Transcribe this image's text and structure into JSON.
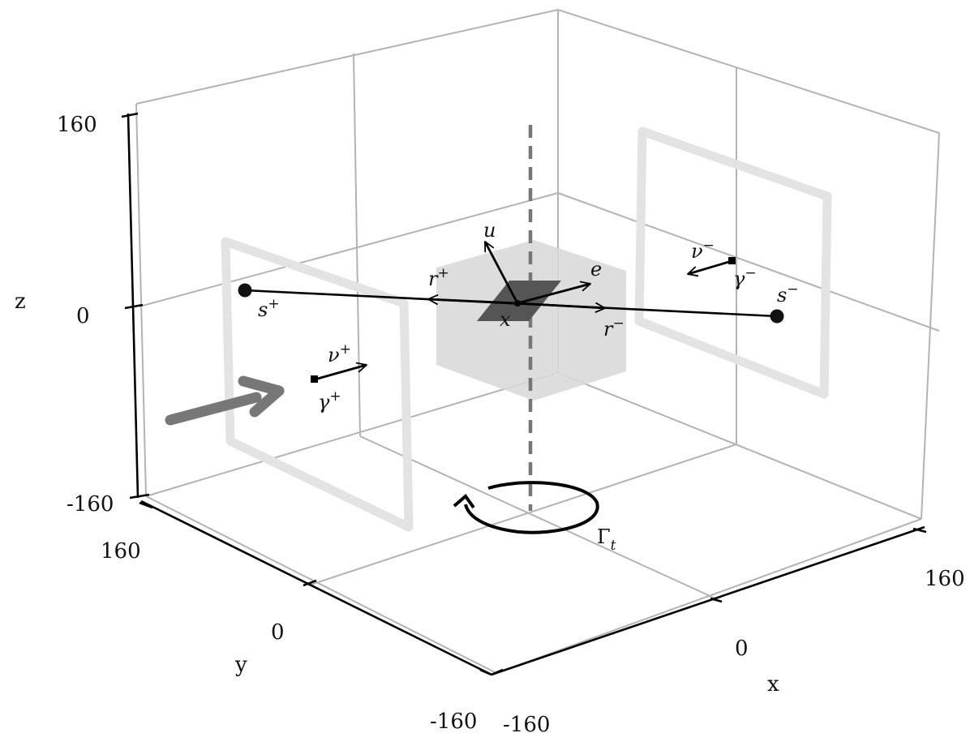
{
  "axes": {
    "z_name": "z",
    "y_name": "y",
    "x_name": "x",
    "z_ticks": [
      "160",
      "0",
      "-160"
    ],
    "y_ticks": [
      "160",
      "0",
      "-160"
    ],
    "x_ticks": [
      "-160",
      "0",
      "160"
    ]
  },
  "labels": {
    "s_plus": "s",
    "s_plus_sup": "+",
    "s_minus": "s",
    "s_minus_sup": "−",
    "r_plus": "r",
    "r_plus_sup": "+",
    "r_minus": "r",
    "r_minus_sup": "−",
    "u": "u",
    "e": "e",
    "x": "x",
    "nu_plus": "ν",
    "nu_plus_sup": "+",
    "gamma_plus": "γ",
    "gamma_plus_sup": "+",
    "nu_minus": "ν",
    "nu_minus_sup": "−",
    "gamma_minus": "γ",
    "gamma_minus_sup": "−",
    "gamma_t": "Γ",
    "gamma_t_sub": "t"
  },
  "colors": {
    "grid": "#b3b3b3",
    "frame": "#e3e3e3",
    "cube": "#d9d9d9",
    "plane": "#555555",
    "dashed_axis": "#777777",
    "arrow_beam": "#777777",
    "ink": "#000000"
  }
}
